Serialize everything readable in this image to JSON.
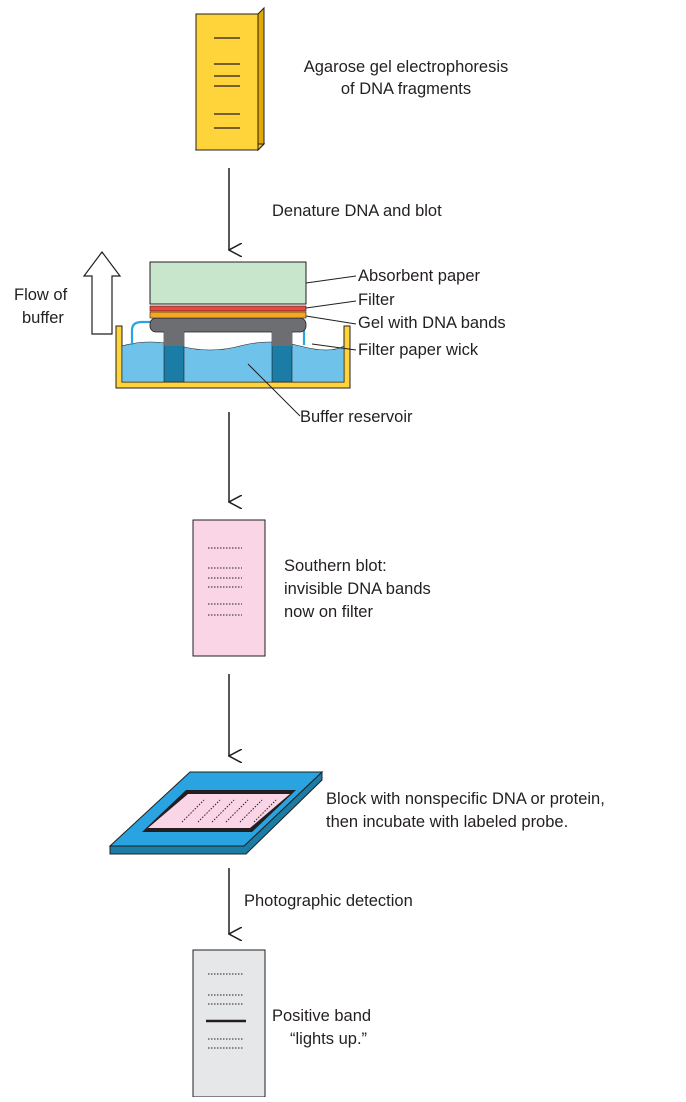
{
  "steps": {
    "gel": {
      "label_line1": "Agarose gel electrophoresis",
      "label_line2": "of DNA fragments"
    },
    "denature": {
      "label": "Denature DNA and blot"
    },
    "blot_setup": {
      "absorbent_paper": "Absorbent paper",
      "filter": "Filter",
      "gel_with_bands": "Gel with DNA bands",
      "wick": "Filter paper wick",
      "reservoir": "Buffer reservoir",
      "flow_line1": "Flow of",
      "flow_line2": "buffer"
    },
    "southern_blot": {
      "label_line1": "Southern blot:",
      "label_line2": "invisible DNA bands",
      "label_line3": "now on filter"
    },
    "incubate": {
      "label_line1": "Block with nonspecific DNA or protein,",
      "label_line2": "then incubate with labeled probe."
    },
    "detection": {
      "label": "Photographic detection"
    },
    "result": {
      "label_line1": "Positive band",
      "label_line2": "“lights up.”"
    }
  },
  "colors": {
    "gel_yellow": "#ffd33a",
    "gel_yellow_dark": "#e0a800",
    "absorbent_green": "#c8e6cc",
    "filter_red": "#e8493c",
    "filter_orange": "#f6a623",
    "buffer_blue": "#6fc3ea",
    "wick_dark_blue": "#1b7ca5",
    "support_gray": "#6d6e71",
    "tray_yellow": "#ffd33a",
    "blot_pink": "#f9d5e5",
    "dish_blue": "#29a4e1",
    "film_gray": "#e6e7e8"
  }
}
